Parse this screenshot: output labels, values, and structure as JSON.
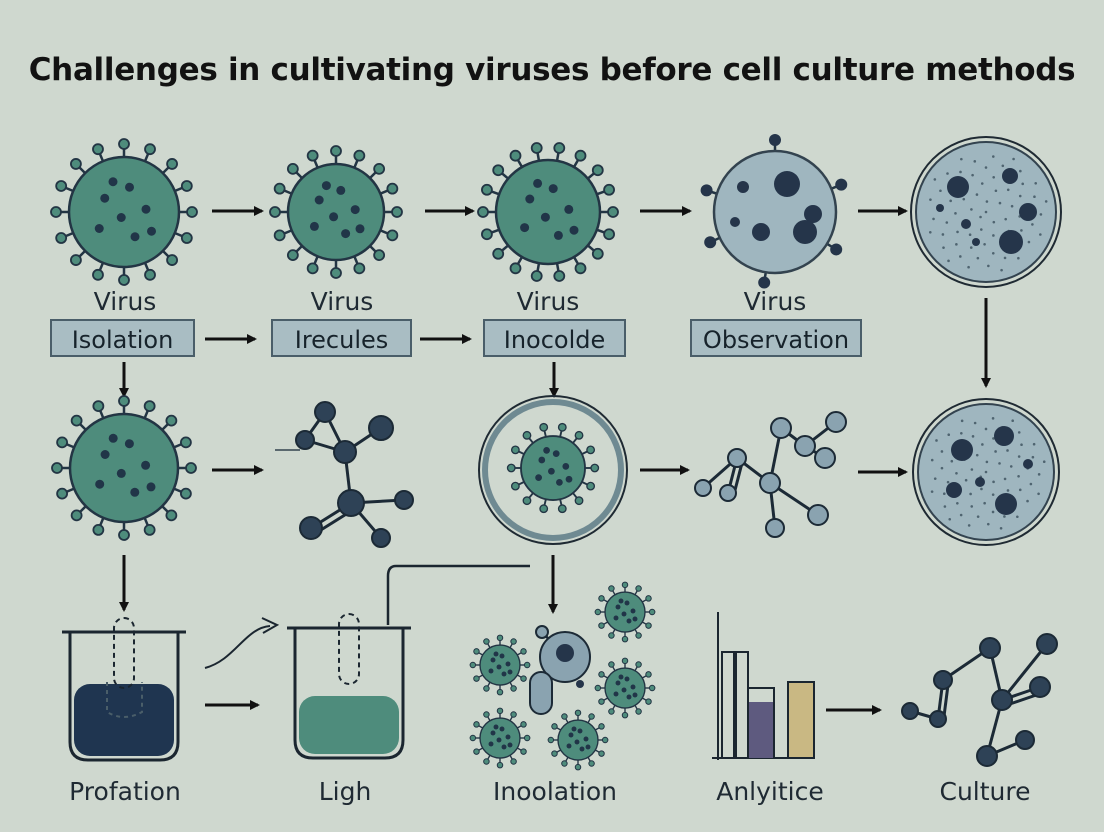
{
  "title": "Challenges in cultivating viruses before cell culture methods",
  "top_labels": [
    "Virus",
    "Virus",
    "Virus",
    "Virus"
  ],
  "boxes": [
    "Isolation",
    "Irecules",
    "Inocolde",
    "Observation"
  ],
  "bottom_labels": [
    "Profation",
    "Ligh",
    "Inoolation",
    "Anlyitice",
    "Culture"
  ],
  "colors": {
    "background": "#cfd8cf",
    "virus": "#4e8c7c",
    "molecule_node": "#2e4256",
    "cell": "#9fb6bf",
    "bar_purple": "#5e5a7f",
    "bar_tan": "#c9b883"
  }
}
